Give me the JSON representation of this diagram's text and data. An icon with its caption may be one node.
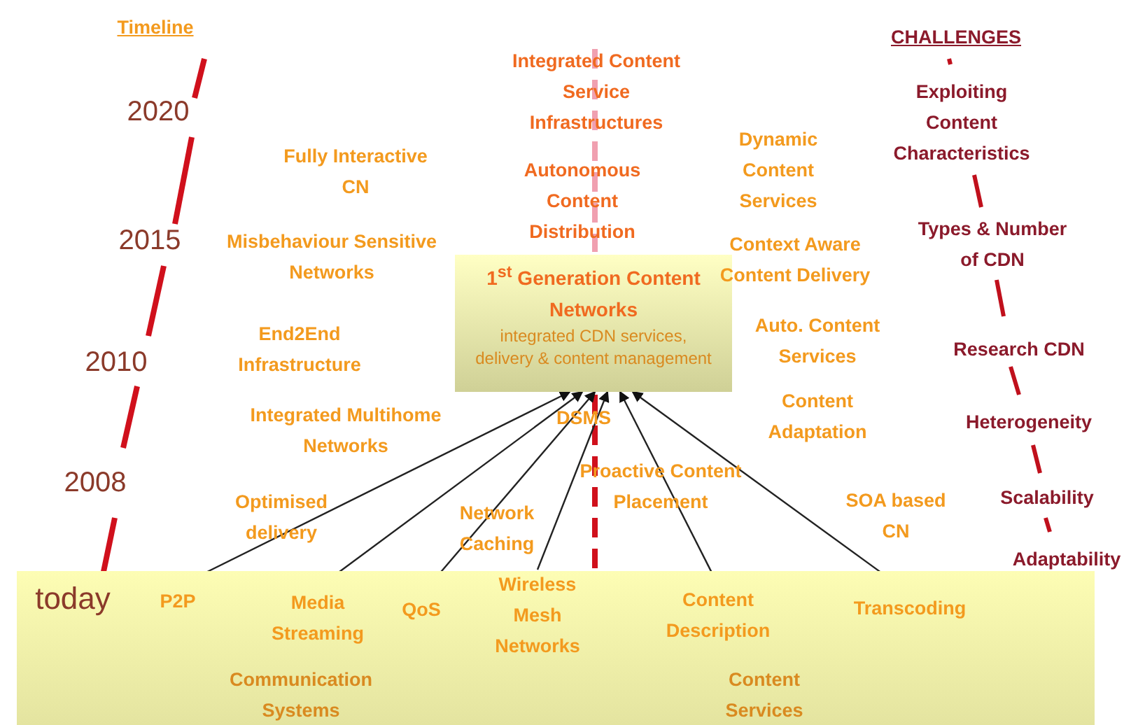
{
  "diagram": {
    "nodes": [
      {
        "text": [],
        "shape": "box"
      },
      {
        "text": [
          "P2P"
        ],
        "in": 0
      },
      {
        "text": [
          "Media Streaming"
        ],
        "in": 0
      },
      {
        "text": [
          "QoS"
        ],
        "in": 0
      },
      {
        "text": [
          "Wireless Mesh Networks"
        ],
        "in": 0
      },
      {
        "text": [
          "Content Description"
        ],
        "in": 0
      },
      {
        "text": [
          "Transcoding"
        ],
        "in": 0
      },
      {
        "text": [
          "Communication Systems"
        ],
        "in": 0
      },
      {
        "text": [
          "Content Services"
        ],
        "in": 0
      },
      {
        "text": [
          "1$^{st}$ Generation Content Networks",
          "integrated CDN services, delivery & content management"
        ]
      }
    ],
    "edges": [
      {
        "from": 1,
        "to": 9,
        "arrow": "to"
      },
      {
        "from": 2,
        "to": 9,
        "arrow": "to"
      },
      {
        "from": 3,
        "to": 9,
        "arrow": "to"
      },
      {
        "from": 4,
        "to": 9,
        "arrow": "to"
      },
      {
        "from": 5,
        "to": 9,
        "arrow": "to"
      },
      {
        "from": 6,
        "to": 9,
        "arrow": "to"
      }
    ],
    "labels": [
      "Timeline",
      "CHALLENGES",
      "2020",
      "Integrated Content Service Infrastructures",
      "Exploiting Content Characteristics",
      "Fully Interactive CN",
      "Autonomous Content Distribution",
      "Dynamic Content Services",
      "2015",
      "Misbehaviour Sensitive Networks",
      "Context Aware Content Delivery",
      "Types & Number of CDN",
      "End2End Infrastructure",
      "2010",
      "Auto. Content Services",
      "Research CDN",
      "Integrated Multihome Networks",
      "DSMS",
      "Content Adaptation",
      "Heterogeneity",
      "2008",
      "Optimised delivery",
      "Network Caching",
      "Proactive Content Placement",
      "SOA based CN",
      "Scalability",
      "Adaptability",
      "today"
    ]
  }
}
